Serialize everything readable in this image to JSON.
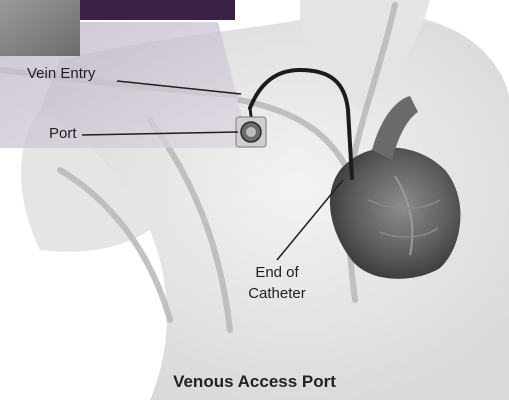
{
  "labels": {
    "vein_entry": "Vein Entry",
    "port": "Port",
    "end_of_catheter_line1": "End of",
    "end_of_catheter_line2": "Catheter"
  },
  "caption": "Venous Access Port",
  "colors": {
    "header_band": "#3b2148",
    "inset_panel": "#cdc4d3",
    "skin_shade": "#d6d6d6",
    "heart": "#5c5c5c",
    "catheter": "#1c1c1c"
  }
}
